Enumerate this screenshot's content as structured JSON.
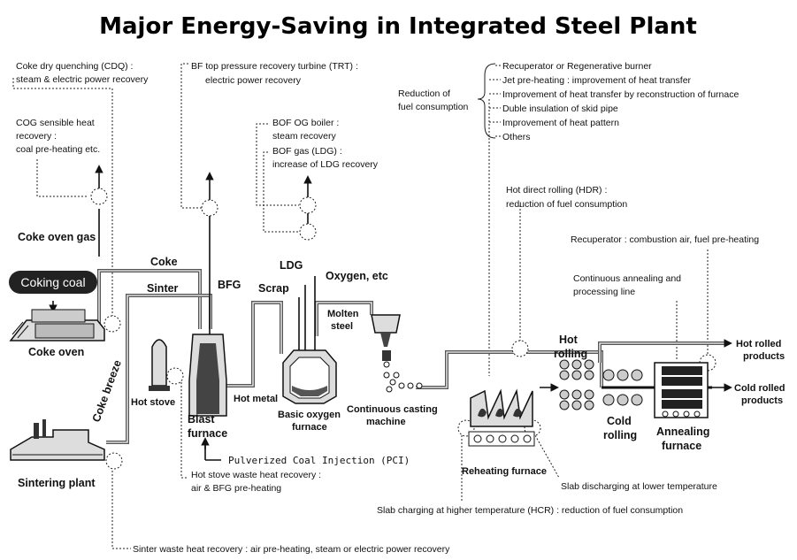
{
  "title": "Major Energy-Saving in Integrated Steel Plant",
  "equipment": {
    "coking_coal": "Coking coal",
    "coke_oven": "Coke oven",
    "sintering_plant": "Sintering plant",
    "hot_stove": "Hot stove",
    "blast_furnace": [
      "Blast",
      "furnace"
    ],
    "basic_oxygen_furnace": [
      "Basic oxygen",
      "furnace"
    ],
    "continuous_casting": [
      "Continuous casting",
      "machine"
    ],
    "reheating_furnace": "Reheating furnace",
    "hot_rolling": [
      "Hot",
      "rolling"
    ],
    "cold_rolling": [
      "Cold",
      "rolling"
    ],
    "annealing_furnace": [
      "Annealing",
      "furnace"
    ]
  },
  "flows": {
    "coke_oven_gas": "Coke oven gas",
    "coke": "Coke",
    "sinter": "Sinter",
    "coke_breeze": "Coke breeze",
    "bfg": "BFG",
    "hot_metal": "Hot metal",
    "scrap": "Scrap",
    "ldg": "LDG",
    "oxygen": "Oxygen, etc",
    "molten_steel": [
      "Molten",
      "steel"
    ],
    "pci": "Pulverized Coal Injection (PCI)",
    "hot_rolled_products": [
      "Hot rolled",
      "products"
    ],
    "cold_rolled_products": [
      "Cold rolled",
      "products"
    ]
  },
  "measures": {
    "cdq": [
      "Coke dry quenching (CDQ) :",
      "steam & electric power recovery"
    ],
    "cog": [
      "COG sensible heat",
      "recovery :",
      "coal pre-heating etc."
    ],
    "trt": [
      "BF top pressure recovery turbine (TRT) :",
      "electric power recovery"
    ],
    "bof_og": [
      "BOF OG boiler :",
      "steam recovery"
    ],
    "bof_gas": [
      "BOF gas (LDG) :",
      "increase of LDG recovery"
    ],
    "fuel_reduction_label": [
      "Reduction of",
      "fuel consumption"
    ],
    "fuel_reduction_items": [
      "Recuperator or Regenerative burner",
      "Jet pre-heating : improvement of heat transfer",
      "Improvement of heat transfer by reconstruction of furnace",
      "Duble insulation of skid pipe",
      "Improvement of heat pattern",
      "Others"
    ],
    "hdr": [
      "Hot direct rolling (HDR) :",
      "reduction of fuel consumption"
    ],
    "recuperator": "Recuperator : combustion air, fuel pre-heating",
    "continuous_annealing": [
      "Continuous annealing and",
      "processing line"
    ],
    "hot_stove_recovery": [
      "Hot stove waste heat recovery :",
      "air & BFG pre-heating"
    ],
    "slab_discharging": "Slab discharging at lower temperature",
    "hcr": "Slab charging at higher temperature (HCR) : reduction of fuel consumption",
    "sinter_recovery": "Sinter waste heat recovery : air pre-heating, steam or electric power recovery"
  }
}
